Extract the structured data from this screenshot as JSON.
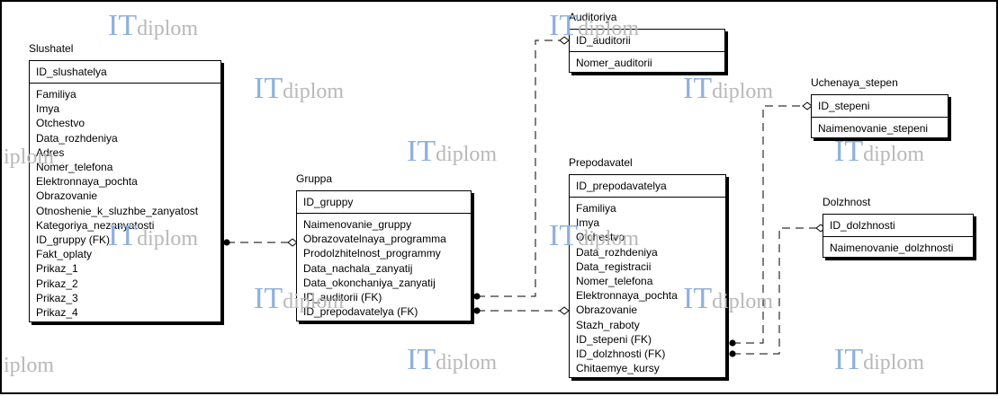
{
  "watermark": {
    "brand": "IT",
    "rest": "diplom",
    "clipped": "iplom"
  },
  "entities": {
    "slushatel": {
      "name": "Slushatel",
      "key": "ID_slushatelya",
      "attributes": [
        "Familiya",
        "Imya",
        "Otchestvo",
        "Data_rozhdeniya",
        "Adres",
        "Nomer_telefona",
        "Elektronnaya_pochta",
        "Obrazovanie",
        "Otnoshenie_k_sluzhbe_zanyatost",
        "Kategoriya_nezanyatosti",
        "ID_gruppy (FK)",
        "Fakt_oplaty",
        "Prikaz_1",
        "Prikaz_2",
        "Prikaz_3",
        "Prikaz_4"
      ]
    },
    "gruppa": {
      "name": "Gruppa",
      "key": "ID_gruppy",
      "attributes": [
        "Naimenovanie_gruppy",
        "Obrazovatelnaya_programma",
        "Prodolzhitelnost_programmy",
        "Data_nachala_zanyatij",
        "Data_okonchaniya_zanyatij",
        "ID_auditorii (FK)",
        "ID_prepodavatelya (FK)"
      ]
    },
    "auditoriya": {
      "name": "Auditoriya",
      "key": "ID_auditorii",
      "attributes": [
        "Nomer_auditorii"
      ]
    },
    "prepodavatel": {
      "name": "Prepodavatel",
      "key": "ID_prepodavatelya",
      "attributes": [
        "Familiya",
        "Imya",
        "Otchestvo",
        "Data_rozhdeniya",
        "Data_registracii",
        "Nomer_telefona",
        "Elektronnaya_pochta",
        "Obrazovanie",
        "Stazh_raboty",
        "ID_stepeni (FK)",
        "ID_dolzhnosti (FK)",
        "Chitaemye_kursy"
      ]
    },
    "uchenaya_stepen": {
      "name": "Uchenaya_stepen",
      "key": "ID_stepeni",
      "attributes": [
        "Naimenovanie_stepeni"
      ]
    },
    "dolzhnost": {
      "name": "Dolzhnost",
      "key": "ID_dolzhnosti",
      "attributes": [
        "Naimenovanie_dolzhnosti"
      ]
    }
  }
}
